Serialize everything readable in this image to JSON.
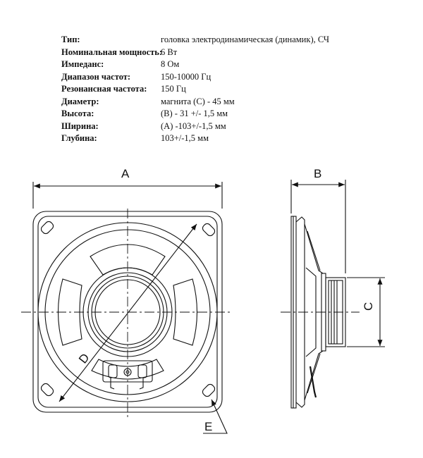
{
  "specs": [
    {
      "key": "Тип:",
      "value": "головка электродинамическая (динамик), СЧ"
    },
    {
      "key": "Номинальная мощность:",
      "value": "6 Вт"
    },
    {
      "key": "Импеданс:",
      "value": "8 Ом"
    },
    {
      "key": "Диапазон частот:",
      "value": "150-10000 Гц"
    },
    {
      "key": "Резонансная частота:",
      "value": "150 Гц"
    },
    {
      "key": "Диаметр:",
      "value": "магнита (С) - 45 мм"
    },
    {
      "key": "Высота:",
      "value": "(В) - 31 +/- 1,5 мм"
    },
    {
      "key": "Ширина:",
      "value": "(А) -103+/-1,5 мм"
    },
    {
      "key": "Глубина:",
      "value": "103+/-1,5 мм"
    }
  ],
  "labels": {
    "A": "A",
    "B": "B",
    "C": "C",
    "D": "D",
    "E": "E"
  },
  "colors": {
    "line": "#111111",
    "background": "#ffffff"
  }
}
